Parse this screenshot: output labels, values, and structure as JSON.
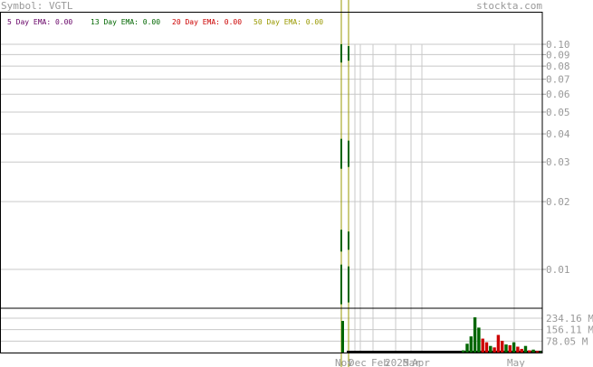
{
  "header": {
    "symbol_label": "Symbol: VGTL",
    "site": "stockta.com"
  },
  "ema_legend": [
    {
      "label": "5 Day EMA:",
      "value": "0.00",
      "color": "#660066"
    },
    {
      "label": "13 Day EMA:",
      "value": "0.00",
      "color": "#006600"
    },
    {
      "label": "20 Day EMA:",
      "value": "0.00",
      "color": "#cc0000"
    },
    {
      "label": "50 Day EMA:",
      "value": "0.00",
      "color": "#999900"
    }
  ],
  "chart_data": {
    "type": "bar",
    "price_axis": {
      "scale": "log",
      "ticks": [
        "0.10",
        "0.09",
        "0.08",
        "0.07",
        "0.06",
        "0.05",
        "0.04",
        "0.03",
        "0.02",
        "0.01"
      ],
      "tick_values": [
        0.1,
        0.09,
        0.08,
        0.07,
        0.06,
        0.05,
        0.04,
        0.03,
        0.02,
        0.01
      ]
    },
    "price_bars": [
      {
        "low": 0.007,
        "high": 0.0105
      },
      {
        "low": 0.012,
        "high": 0.015
      },
      {
        "low": 0.028,
        "high": 0.038
      },
      {
        "low": 0.083,
        "high": 0.1
      }
    ],
    "ema_lines_color": "#999900",
    "volume_axis": {
      "ticks": [
        "234.16 M",
        "156.11 M",
        "78.05 M"
      ],
      "tick_values": [
        234.16,
        156.11,
        78.05
      ],
      "unit": "M"
    },
    "volume": [
      {
        "v": 15,
        "dir": "up"
      },
      {
        "v": 60,
        "dir": "up"
      },
      {
        "v": 110,
        "dir": "up"
      },
      {
        "v": 240,
        "dir": "up"
      },
      {
        "v": 170,
        "dir": "up"
      },
      {
        "v": 95,
        "dir": "down"
      },
      {
        "v": 70,
        "dir": "down"
      },
      {
        "v": 45,
        "dir": "up"
      },
      {
        "v": 35,
        "dir": "down"
      },
      {
        "v": 120,
        "dir": "down"
      },
      {
        "v": 80,
        "dir": "down"
      },
      {
        "v": 55,
        "dir": "up"
      },
      {
        "v": 50,
        "dir": "down"
      },
      {
        "v": 70,
        "dir": "up"
      },
      {
        "v": 40,
        "dir": "down"
      },
      {
        "v": 25,
        "dir": "down"
      },
      {
        "v": 45,
        "dir": "up"
      },
      {
        "v": 15,
        "dir": "down"
      },
      {
        "v": 20,
        "dir": "up"
      },
      {
        "v": 10,
        "dir": "down"
      },
      {
        "v": 8,
        "dir": "up"
      }
    ],
    "x_labels": [
      "Nov",
      "Dec",
      "Feb",
      "2025",
      "Mar",
      "Apr",
      "May"
    ],
    "colors": {
      "up": "#006600",
      "down": "#cc0000",
      "grid": "#c8c8c8",
      "frame": "#000000",
      "label": "#999999"
    }
  }
}
